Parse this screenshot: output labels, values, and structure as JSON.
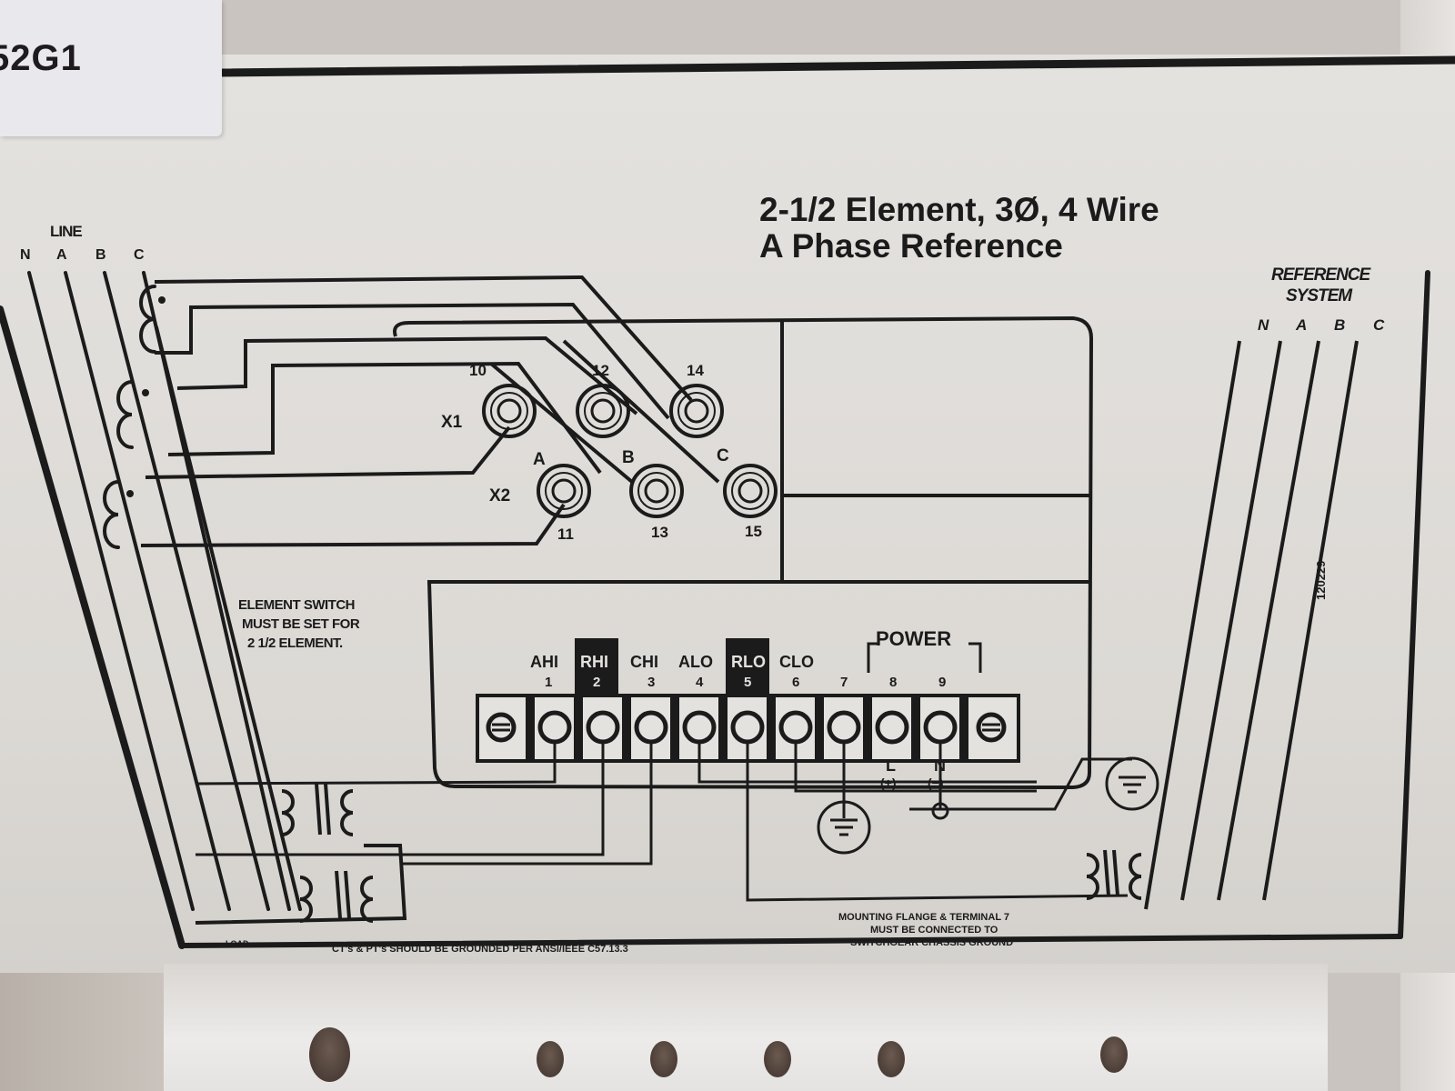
{
  "label_sticker": {
    "text": "52G1"
  },
  "title": {
    "line1": "2-1/2 Element, 3Ø, 4 Wire",
    "line2": "A Phase Reference"
  },
  "line_block": {
    "heading": "LINE",
    "phases": [
      "N",
      "A",
      "B",
      "C"
    ],
    "bottom_label": "LOAD"
  },
  "reference_system": {
    "heading_line1": "REFERENCE",
    "heading_line2": "SYSTEM",
    "phases": [
      "N",
      "A",
      "B",
      "C"
    ]
  },
  "ct_inputs": {
    "x1_label": "X1",
    "x2_label": "X2",
    "phase_labels": [
      "A",
      "B",
      "C"
    ],
    "top_terminals": [
      "10",
      "12",
      "14"
    ],
    "bottom_terminals": [
      "11",
      "13",
      "15"
    ]
  },
  "element_note": {
    "line1": "ELEMENT SWITCH",
    "line2": "MUST BE SET FOR",
    "line3": "2 1/2 ELEMENT."
  },
  "terminal_block": {
    "power_label": "POWER",
    "terminals": [
      {
        "num": "1",
        "label": "AHI",
        "highlighted": false
      },
      {
        "num": "2",
        "label": "RHI",
        "highlighted": true
      },
      {
        "num": "3",
        "label": "CHI",
        "highlighted": false
      },
      {
        "num": "4",
        "label": "ALO",
        "highlighted": false
      },
      {
        "num": "5",
        "label": "RLO",
        "highlighted": true
      },
      {
        "num": "6",
        "label": "CLO",
        "highlighted": false
      },
      {
        "num": "7",
        "label": "",
        "highlighted": false
      },
      {
        "num": "8",
        "label": "",
        "highlighted": false
      },
      {
        "num": "9",
        "label": "",
        "highlighted": false
      }
    ],
    "power_l": "L",
    "power_l_sign": "(+)",
    "power_n": "N",
    "power_n_sign": "(−)"
  },
  "notes": {
    "ground_note": "CT's & PT's SHOULD BE GROUNDED PER ANSI/IEEE C57.13.3",
    "mounting_line1": "MOUNTING FLANGE & TERMINAL 7",
    "mounting_line2": "MUST BE CONNECTED TO",
    "mounting_line3": "SWITCHGEAR CHASSIS GROUND"
  },
  "part_code": "120229",
  "colors": {
    "ink": "#1b1b1b",
    "plate": "#e2dfdc",
    "highlight_box": "#111111"
  }
}
